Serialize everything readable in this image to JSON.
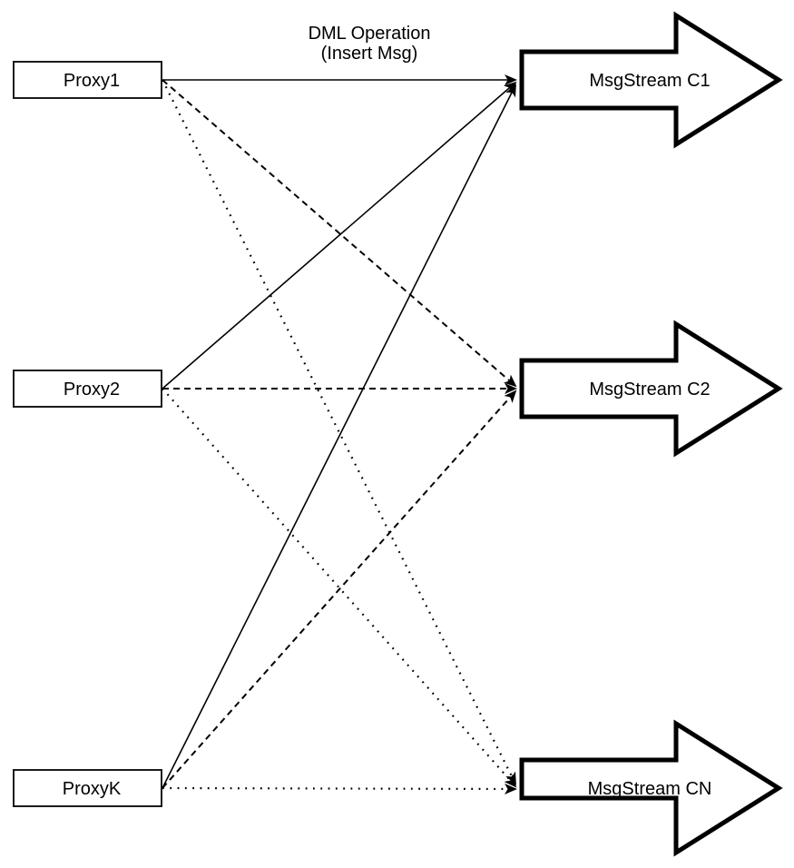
{
  "title": {
    "line1": "DML Operation",
    "line2": "(Insert Msg)"
  },
  "proxies": [
    {
      "label": "Proxy1"
    },
    {
      "label": "Proxy2"
    },
    {
      "label": "ProxyK"
    }
  ],
  "streams": [
    {
      "label": "MsgStream C1"
    },
    {
      "label": "MsgStream C2"
    },
    {
      "label": "MsgStream CN"
    }
  ],
  "connections": [
    {
      "from": "Proxy1",
      "to": "MsgStream C1",
      "style": "solid"
    },
    {
      "from": "Proxy2",
      "to": "MsgStream C1",
      "style": "solid"
    },
    {
      "from": "ProxyK",
      "to": "MsgStream C1",
      "style": "solid"
    },
    {
      "from": "Proxy1",
      "to": "MsgStream C2",
      "style": "dashed"
    },
    {
      "from": "Proxy2",
      "to": "MsgStream C2",
      "style": "dashed"
    },
    {
      "from": "ProxyK",
      "to": "MsgStream C2",
      "style": "dashed"
    },
    {
      "from": "Proxy1",
      "to": "MsgStream CN",
      "style": "dotted"
    },
    {
      "from": "Proxy2",
      "to": "MsgStream CN",
      "style": "dotted"
    },
    {
      "from": "ProxyK",
      "to": "MsgStream CN",
      "style": "dotted"
    }
  ],
  "colors": {
    "stroke": "#000000",
    "fill": "#ffffff",
    "text": "#000000",
    "background": "#ffffff"
  }
}
